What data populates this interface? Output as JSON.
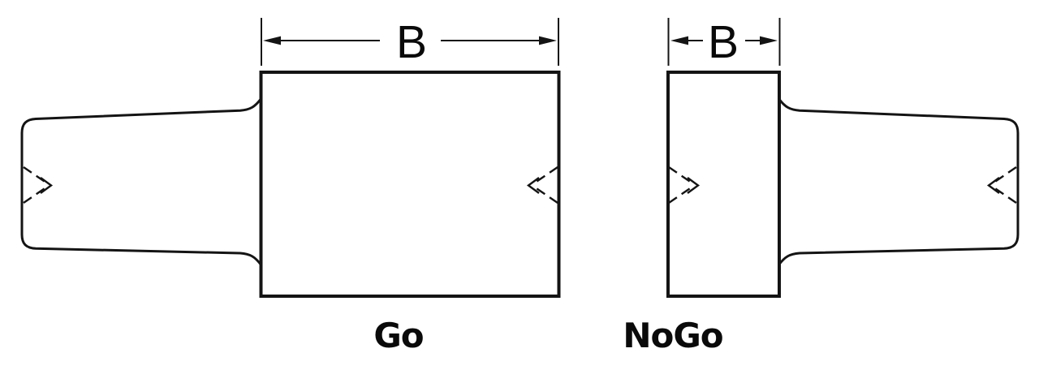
{
  "figure": {
    "colors": {
      "line": "#141414",
      "text": "#0a0a0a",
      "background": "#ffffff"
    },
    "go_gauge": {
      "label": "Go",
      "dimension_label": "B"
    },
    "nogo_gauge": {
      "label": "NoGo",
      "dimension_label": "B"
    }
  }
}
